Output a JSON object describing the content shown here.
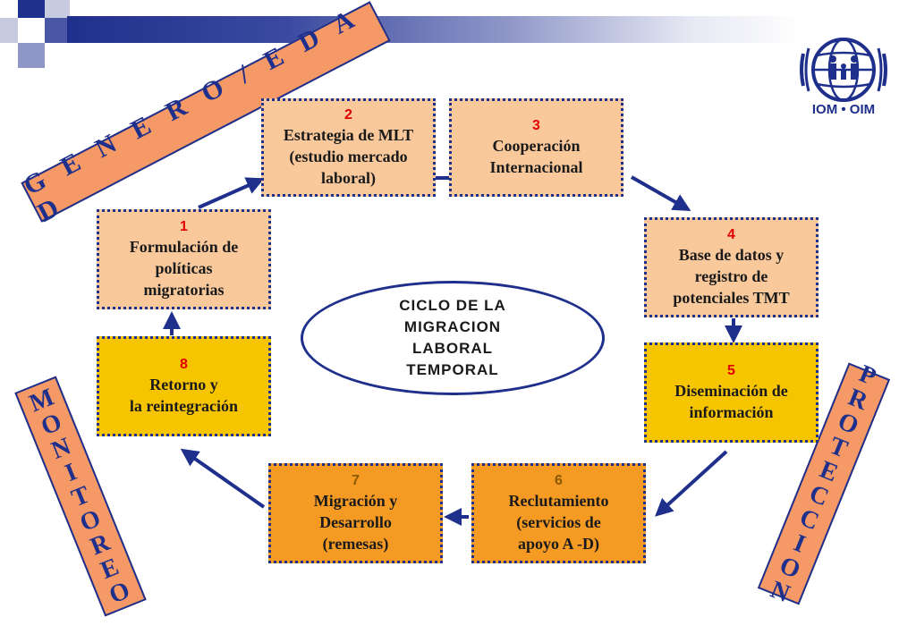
{
  "colors": {
    "navy": "#1e2f8c",
    "light_peach": "#f9c99c",
    "yellow": "#f7c400",
    "orange": "#f59a22",
    "banner_salmon": "#f59a66",
    "number_red": "#e00000"
  },
  "logo": {
    "icon": "iom-globe-family-logo",
    "text": "IOM • OIM"
  },
  "center": {
    "text": "CICLO DE LA\nMIGRACION\nLABORAL\nTEMPORAL"
  },
  "banners": {
    "genero": "G E N E R O  /  E D A D",
    "monitoreo": [
      "M",
      "O",
      "N",
      "I",
      "T",
      "O",
      "R",
      "E",
      "O"
    ],
    "proteccion": [
      "P",
      "R",
      "O",
      "T",
      "E",
      "C",
      "C",
      "I",
      "O",
      "N"
    ]
  },
  "steps": [
    {
      "num": "1",
      "label": "Formulación de\npolíticas\nmigratorias"
    },
    {
      "num": "2",
      "label": "Estrategia de MLT\n(estudio mercado\nlaboral)"
    },
    {
      "num": "3",
      "label": "Cooperación\nInternacional"
    },
    {
      "num": "4",
      "label": "Base de datos y\nregistro de\npotenciales TMT"
    },
    {
      "num": "5",
      "label": "Diseminación de\ninformación"
    },
    {
      "num": "6",
      "label": "Reclutamiento\n(servicios de\napoyo A -D)"
    },
    {
      "num": "7",
      "label": "Migración y\nDesarrollo\n(remesas)"
    },
    {
      "num": "8",
      "label": "Retorno y\nla reintegración"
    }
  ]
}
